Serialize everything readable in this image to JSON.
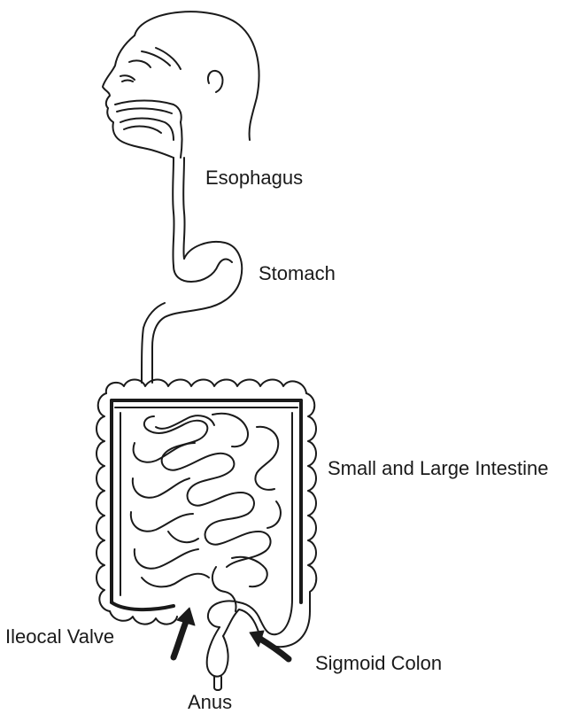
{
  "diagram": {
    "labels": {
      "esophagus": "Esophagus",
      "stomach": "Stomach",
      "intestine": "Small and Large Intestine",
      "ileocal_valve": "Ileocal Valve",
      "sigmoid_colon": "Sigmoid Colon",
      "anus": "Anus"
    },
    "colors": {
      "line": "#1a1a1a",
      "background": "#ffffff"
    }
  }
}
